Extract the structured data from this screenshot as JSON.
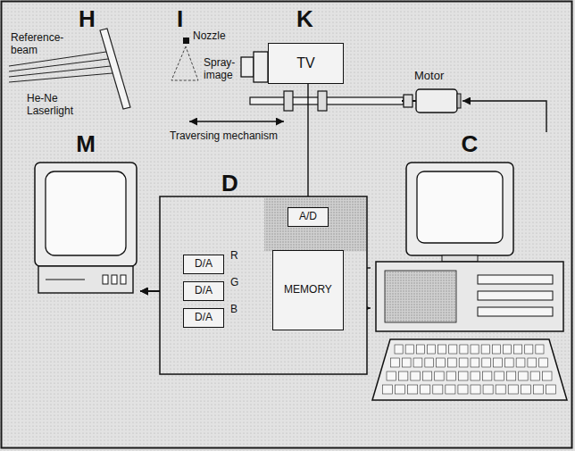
{
  "diagram": {
    "nodes": [
      {
        "text": [
          "TV"
        ]
      },
      {
        "text": [
          "Motor"
        ]
      },
      {
        "text": [
          "M"
        ]
      },
      {
        "text": [
          "D"
        ]
      },
      {
        "text": [
          "D/A"
        ],
        "in": 3
      },
      {
        "text": [
          "D/A"
        ],
        "in": 3
      },
      {
        "text": [
          "D/A"
        ],
        "in": 3
      },
      {
        "text": [
          "A/D"
        ],
        "in": 3
      },
      {
        "text": [
          "MEMORY"
        ],
        "in": 3
      },
      {
        "text": [
          "C"
        ]
      }
    ],
    "edges": [
      {
        "from": 0,
        "to": 7,
        "arrow": "to"
      },
      {
        "from": 7,
        "to": 8,
        "arrow": "to"
      },
      {
        "from": 8,
        "to": 4,
        "label": "R",
        "arrow": "none"
      },
      {
        "from": 8,
        "to": 5,
        "label": "G",
        "arrow": "none"
      },
      {
        "from": 8,
        "to": 6,
        "label": "B",
        "arrow": "none"
      },
      {
        "from": 4,
        "to": 2,
        "arrow": "to"
      },
      {
        "from": 5,
        "to": 2,
        "arrow": "to"
      },
      {
        "from": 6,
        "to": 2,
        "arrow": "to"
      },
      {
        "from": 9,
        "to": 8,
        "arrow": "to"
      },
      {
        "from": 8,
        "to": 9,
        "arrow": "to"
      },
      {
        "from": 9,
        "to": 1,
        "arrow": "to"
      }
    ],
    "labels": [
      "H",
      "I",
      "K",
      "Reference-beam",
      "He-Ne Laserlight",
      "Nozzle",
      "Spray-image",
      "Traversing mechanism"
    ]
  }
}
